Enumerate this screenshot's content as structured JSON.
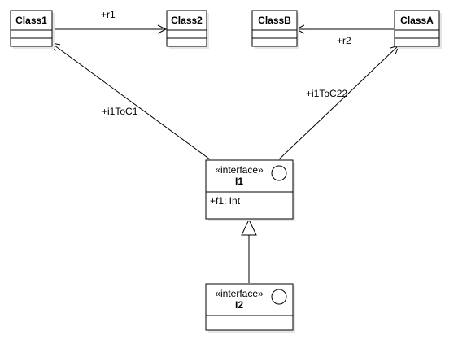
{
  "classes": {
    "class1": {
      "name": "Class1"
    },
    "class2": {
      "name": "Class2"
    },
    "classb": {
      "name": "ClassB"
    },
    "classa": {
      "name": "ClassA"
    }
  },
  "interfaces": {
    "i1": {
      "stereotype": "«interface»",
      "name": "I1",
      "attributes": [
        "+f1: Int"
      ]
    },
    "i2": {
      "stereotype": "«interface»",
      "name": "I2"
    }
  },
  "associations": {
    "class1_class2": {
      "label": "+r1"
    },
    "classa_classb": {
      "label": "+r2"
    },
    "i1_class1": {
      "label": "+i1ToC1"
    },
    "i1_classa": {
      "label": "+i1ToC22"
    }
  }
}
